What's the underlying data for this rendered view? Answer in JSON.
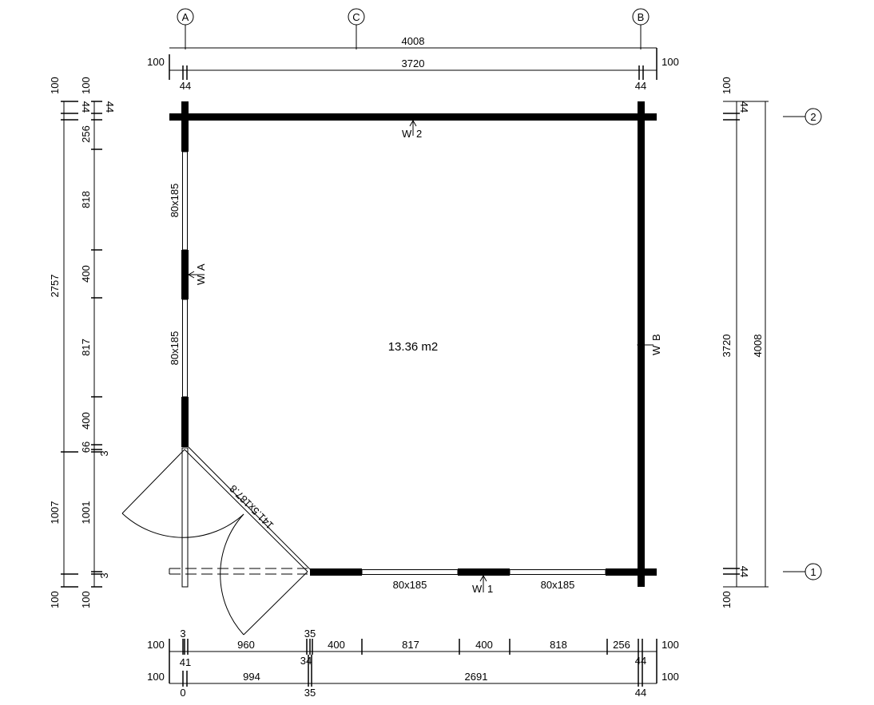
{
  "grid": {
    "A": "A",
    "C": "C",
    "B": "B",
    "one": "1",
    "two": "2"
  },
  "area": "13.36 m2",
  "door": "141.5x187.8",
  "windows": {
    "left_top": "80x185",
    "left_bottom": "80x185",
    "bottom_left": "80x185",
    "bottom_right": "80x185"
  },
  "wall_markers": {
    "w1": "W",
    "w1n": "1",
    "w2": "W",
    "w2n": "2",
    "wa": "W",
    "wan": "A",
    "wb": "W",
    "wbn": "B"
  },
  "top_dims": {
    "overall": "4008",
    "inner": "3720",
    "left_ext": "100",
    "right_ext": "100",
    "left_wall": "44",
    "right_wall": "44"
  },
  "left_dims": {
    "outer": {
      "top_ext": "100",
      "wall": "44",
      "segment_a": "2757",
      "segment_b": "1007",
      "bottom_ext": "100"
    },
    "inner": {
      "top_ext": "100",
      "wall": "44",
      "s1": "256",
      "s2": "818",
      "s3": "400",
      "s4": "817",
      "s5": "400",
      "s6": "66",
      "s7": "3",
      "s8": "1001",
      "s9": "3",
      "bottom_ext": "100"
    }
  },
  "right_dims": {
    "top_ext": "100",
    "top_wall": "44",
    "inner": "3720",
    "overall": "4008",
    "bottom_wall": "44",
    "bottom_ext": "100"
  },
  "bottom_dims": {
    "row1": {
      "left_ext": "100",
      "a": "3",
      "b": "960",
      "c": "35",
      "d": "400",
      "e": "817",
      "f": "400",
      "g": "818",
      "h": "256",
      "right_ext": "100",
      "below_a": "41",
      "below_c": "34",
      "below_h": "44"
    },
    "row2": {
      "left_ext": "100",
      "a": "994",
      "b": "2691",
      "right_ext": "100",
      "below_a": "0",
      "below_b": "35",
      "below_c": "44"
    }
  }
}
